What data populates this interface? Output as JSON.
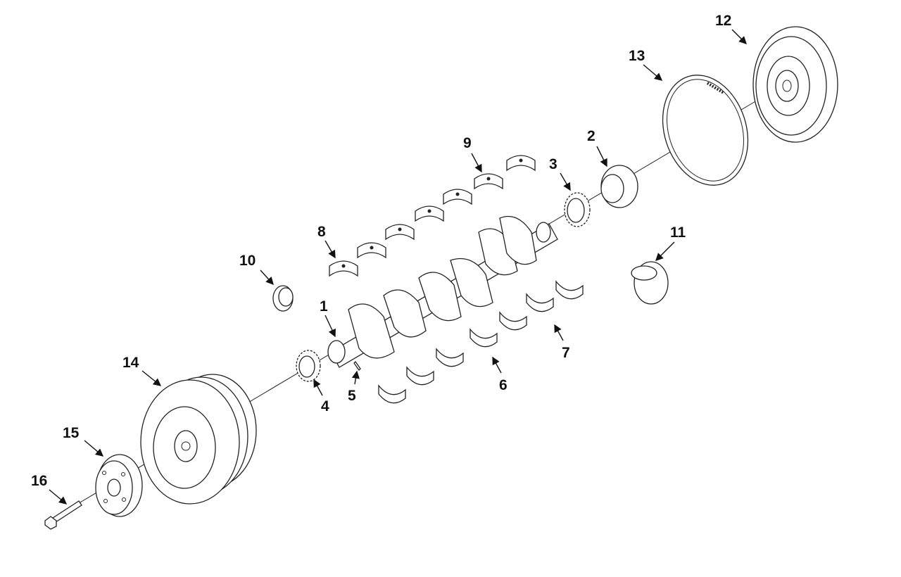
{
  "callouts": {
    "c1": "1",
    "c2": "2",
    "c3": "3",
    "c4": "4",
    "c5": "5",
    "c6": "6",
    "c7": "7",
    "c8": "8",
    "c9": "9",
    "c10": "10",
    "c11": "11",
    "c12": "12",
    "c13": "13",
    "c14": "14",
    "c15": "15",
    "c16": "16"
  },
  "colors": {
    "line": "#222222",
    "label": "#111111",
    "background": "#ffffff"
  }
}
